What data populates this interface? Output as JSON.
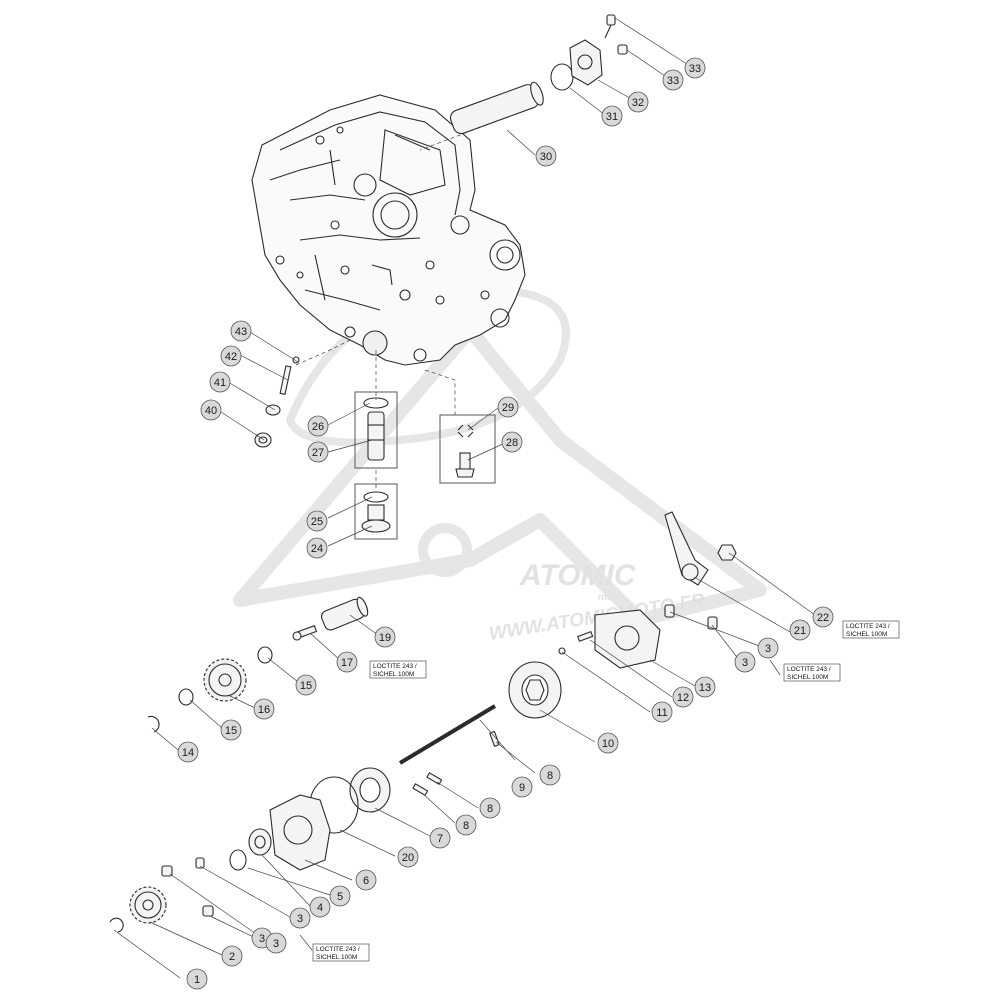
{
  "watermark": {
    "brand": "ATOMIC",
    "sub": "moto",
    "url": "WWW.ATOMICMOTO.FR",
    "color": "#e4e4e4"
  },
  "colors": {
    "line": "#2b2b2b",
    "part_fill": "#f4f4f4",
    "callout_fill": "#d9d9d9",
    "callout_stroke": "#555555"
  },
  "callouts": [
    "1",
    "2",
    "3",
    "3",
    "3",
    "4",
    "5",
    "6",
    "7",
    "8",
    "8",
    "8",
    "9",
    "10",
    "11",
    "12",
    "13",
    "3",
    "3",
    "14",
    "15",
    "15",
    "16",
    "17",
    "19",
    "20",
    "21",
    "22",
    "24",
    "25",
    "26",
    "27",
    "28",
    "29",
    "30",
    "31",
    "32",
    "33",
    "33",
    "40",
    "41",
    "42",
    "43"
  ],
  "notes": [
    {
      "line1": "LOCTITE 243 /",
      "line2": "SICHEL 100M"
    },
    {
      "line1": "LOCTITE 243 /",
      "line2": "SICHEL 100M"
    },
    {
      "line1": "LOCTITE 243 /",
      "line2": "SICHEL 100M"
    },
    {
      "line1": "LOCTITE 243 /",
      "line2": "SICHEL 100M"
    }
  ]
}
